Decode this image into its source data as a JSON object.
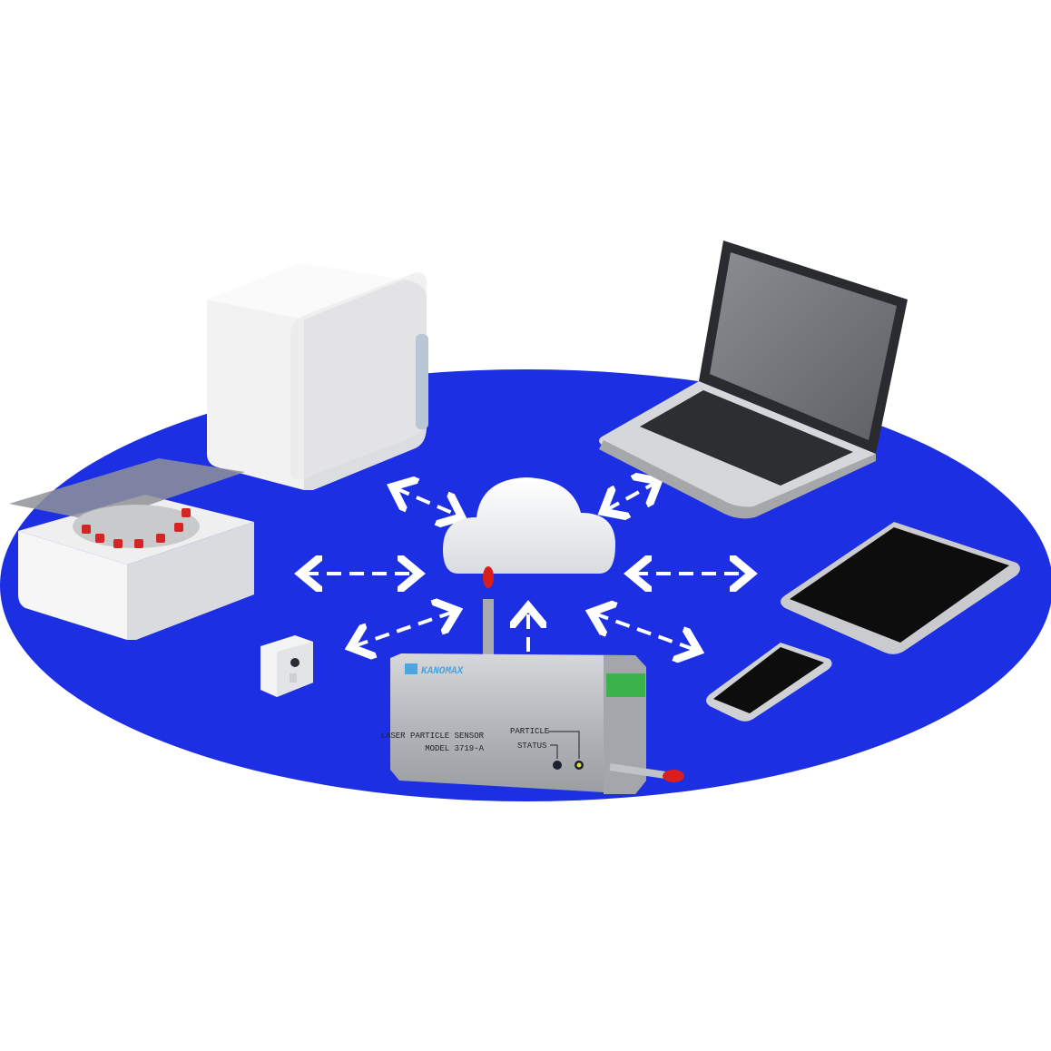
{
  "colors": {
    "platform": "#1c2fe3",
    "arrow": "#ffffff",
    "sensor_body": "#b9bcc0",
    "brand": "#4aa6e0",
    "connector": "#3cb34a",
    "tip": "#d81e1e"
  },
  "sensor": {
    "brand": "KANOMAX",
    "title": "LASER PARTICLE SENSOR",
    "model": "MODEL 3719-A",
    "indicator_particle": "PARTICLE",
    "indicator_status": "STATUS"
  },
  "devices": [
    "cloud",
    "refrigerator-cube",
    "incubator",
    "laptop",
    "tablet",
    "smartphone",
    "wall-sensor",
    "laser-particle-sensor"
  ]
}
